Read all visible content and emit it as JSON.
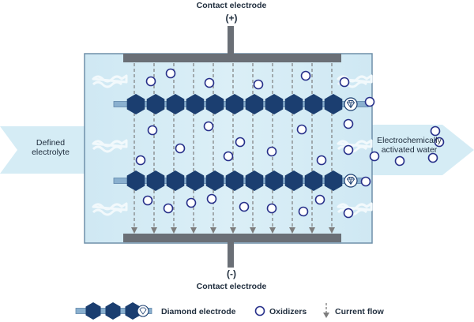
{
  "labels": {
    "top_contact": "Contact electrode",
    "top_sign": "(+)",
    "bottom_contact": "Contact electrode",
    "bottom_sign": "(-)",
    "inlet_line1": "Defined",
    "inlet_line2": "electrolyte",
    "outlet_line1": "Electrochemically",
    "outlet_line2": "activated water"
  },
  "legend": {
    "diamond": "Diamond electrode",
    "oxidizers": "Oxidizers",
    "current": "Current flow"
  },
  "colors": {
    "water": "#d5ecf5",
    "cell_border": "#6f8fa9",
    "plate": "#6a6f76",
    "electrode_dark": "#1b3e70",
    "electrode_rod": "#8ab0cf",
    "current_arrow": "#7d7d7d",
    "oxidizer_ring": "#27308a",
    "flow_wave": "#f2f9fc",
    "text": "#1f2d3d"
  },
  "icons": {
    "electrode_end": "diamond-gem-icon",
    "oxidizer": "oxidizer-ring-icon",
    "current": "dashed-arrow-down-icon"
  }
}
